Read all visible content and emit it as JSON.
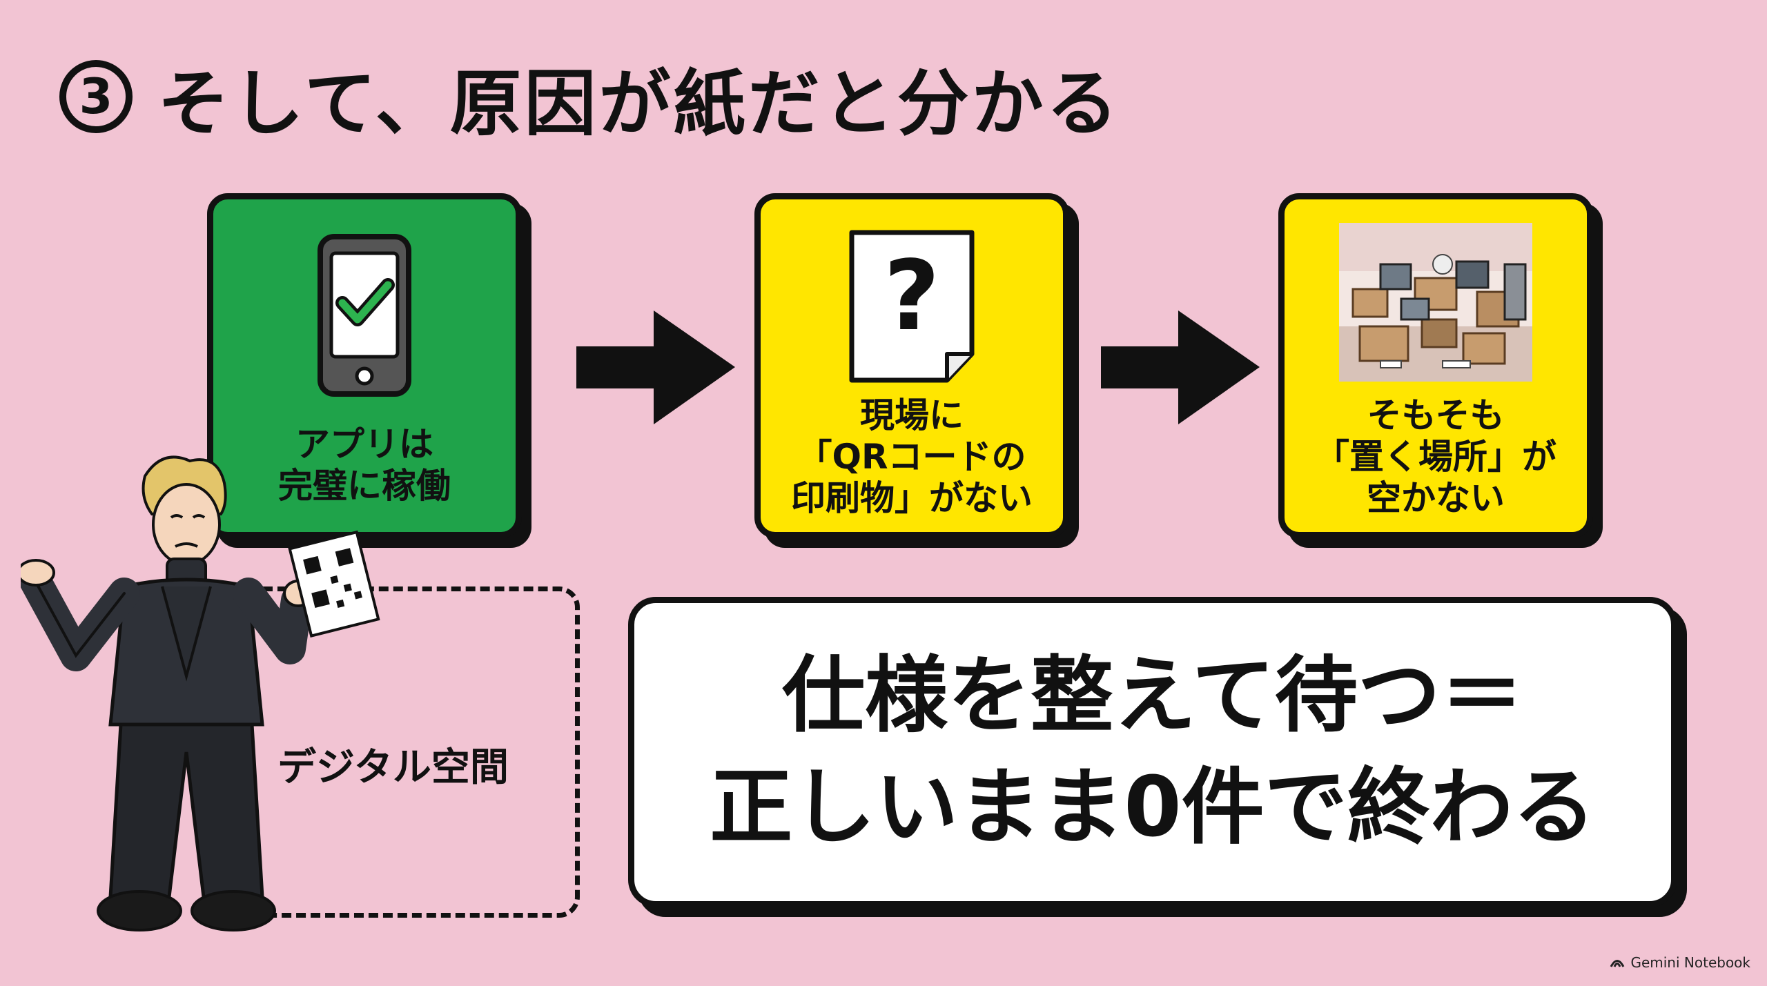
{
  "title": {
    "number": "3",
    "text": "そして、原因が紙だと分かる"
  },
  "cards": [
    {
      "icon": "smartphone-check-icon",
      "lines": [
        "アプリは",
        "完璧に稼働"
      ],
      "color": "#1FA34A"
    },
    {
      "icon": "document-question-icon",
      "lines": [
        "現場に",
        "「QRコードの",
        "印刷物」がない"
      ],
      "color": "#FFE600"
    },
    {
      "icon": "cluttered-room-image",
      "lines": [
        "そもそも",
        "「置く場所」が",
        "空かない"
      ],
      "color": "#FFE600"
    }
  ],
  "digital_space": {
    "label": "デジタル空間"
  },
  "conclusion": {
    "line1": "仕様を整えて待つ＝",
    "line2": "正しいまま0件で終わる"
  },
  "footer": {
    "brand": "Gemini Notebook"
  },
  "colors": {
    "background": "#F2C4D3",
    "green": "#1FA34A",
    "yellow": "#FFE600",
    "ink": "#111111"
  }
}
